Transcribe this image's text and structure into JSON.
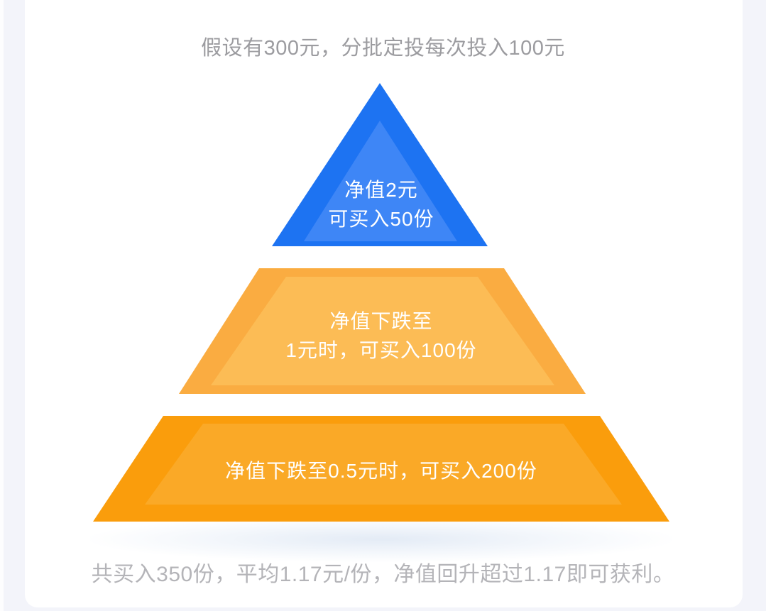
{
  "colors": {
    "background": "#f3f4fa",
    "card": "#ffffff",
    "tier1_outer": "#1d73f2",
    "tier1_inner": "#3e86f6",
    "tier2_outer": "#faac41",
    "tier2_inner": "#fcbc55",
    "tier3_outer": "#fa9d0c",
    "tier3_inner": "#faa927",
    "header_text": "#9c9ca0",
    "footer_text": "#b4b4b8",
    "tier_text": "#ffffff"
  },
  "header": {
    "title": "假设有300元，分批定投每次投入100元"
  },
  "chart_data": {
    "type": "pyramid-diagram",
    "title": "假设有300元，分批定投每次投入100元",
    "tiers": [
      {
        "position": "top",
        "color": "#1d73f2",
        "lines": [
          "净值2元",
          "可买入50份"
        ],
        "net_value_yuan": 2,
        "shares_bought": 50,
        "invested_yuan": 100
      },
      {
        "position": "middle",
        "color": "#faac41",
        "lines": [
          "净值下跌至",
          "1元时，可买入100份"
        ],
        "net_value_yuan": 1,
        "shares_bought": 100,
        "invested_yuan": 100
      },
      {
        "position": "bottom",
        "color": "#fa9d0c",
        "lines": [
          "净值下跌至0.5元时，可买入200份"
        ],
        "net_value_yuan": 0.5,
        "shares_bought": 200,
        "invested_yuan": 100
      }
    ],
    "summary": {
      "total_shares": 350,
      "average_cost_yuan_per_share": 1.17,
      "note": "共买入350份，平均1.17元/份，净值回升超过1.17即可获利。"
    }
  },
  "footer": {
    "summary": "共买入350份，平均1.17元/份，净值回升超过1.17即可获利。"
  }
}
